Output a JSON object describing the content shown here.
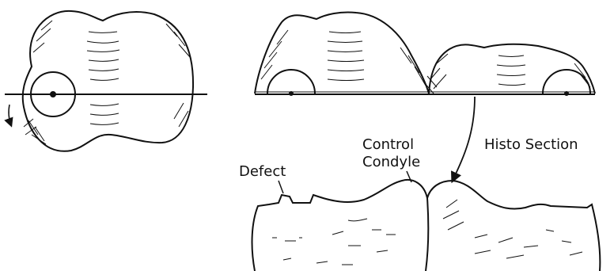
{
  "labels": {
    "defect": "Defect",
    "control_line1": "Control",
    "control_line2": "Condyle",
    "histo": "Histo Section"
  },
  "colors": {
    "ink": "#111111",
    "background": "#ffffff"
  }
}
